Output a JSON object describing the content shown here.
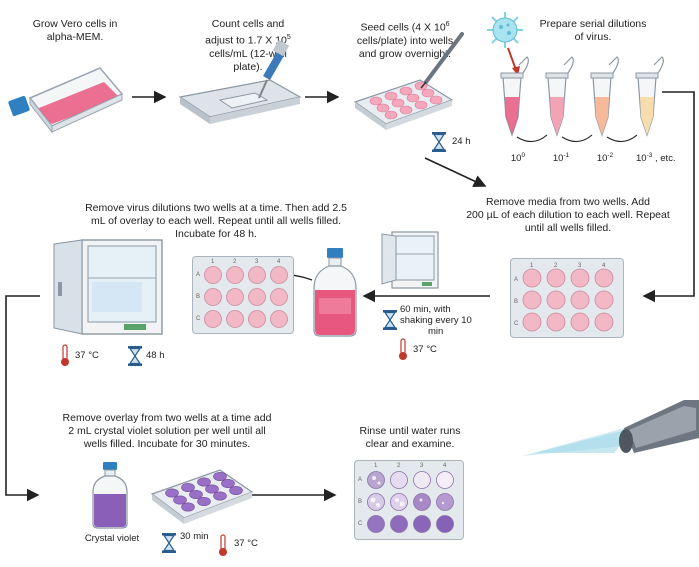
{
  "steps": {
    "grow": {
      "line1": "Grow Vero cells in",
      "line2": "alpha-MEM."
    },
    "count": {
      "line1": "Count cells and",
      "line2_pre": "adjust to 1.7 X 10",
      "line2_sup": "5",
      "line3": "cells/mL (12-well",
      "line4": "plate)."
    },
    "seed": {
      "line1_pre": "Seed cells (4 X 10",
      "line1_sup": "6",
      "line2": "cells/plate)  into  wells",
      "line3": "and grow overnight.",
      "time": "24 h"
    },
    "dilute": {
      "line1": "Prepare serial dilutions",
      "line2": "of virus."
    },
    "remove_media": {
      "line1": "Remove media from two wells. Add",
      "line2": "200 µL of each dilution to each well. Repeat",
      "line3": "until all wells filled."
    },
    "incubate60": {
      "line1": "60 min, with",
      "line2": "shaking every 10",
      "line3": "min",
      "temp": "37 °C"
    },
    "overlay": {
      "line1": "Remove virus dilutions two wells at a time. Then add 2.5",
      "line2": "mL of overlay to each well. Repeat until all wells filled.",
      "line3": "Incubate for 48 h.",
      "temp": "37 °C",
      "time": "48 h"
    },
    "crystal": {
      "line1": "Remove overlay from two wells at a time add",
      "line2": "2 mL crystal violet solution per well until all",
      "line3": "wells filled. Incubate for 30 minutes.",
      "bottle_label": "Crystal violet",
      "time": "30 min",
      "temp": "37 °C"
    },
    "rinse": {
      "line1": "Rinse until water runs",
      "line2": "clear and examine."
    }
  },
  "dilutions": [
    {
      "base": "10",
      "exp": "0",
      "suffix": ""
    },
    {
      "base": "10",
      "exp": "-1",
      "suffix": ""
    },
    {
      "base": "10",
      "exp": "-2",
      "suffix": ""
    },
    {
      "base": "10",
      "exp": "-3",
      "suffix": " , etc."
    }
  ],
  "plate_labels": {
    "cols": [
      "1",
      "2",
      "3",
      "4"
    ],
    "rows": [
      "A",
      "B",
      "C"
    ]
  },
  "colors": {
    "arrow": "#222222",
    "flask_media": "#e8577e",
    "well_pink": "#f2b8c6",
    "crystal_violet": "#8a5fb8",
    "hourglass": "#2a5d8f",
    "thermometer": "#c0392b",
    "virus": "#7fd3e6"
  }
}
